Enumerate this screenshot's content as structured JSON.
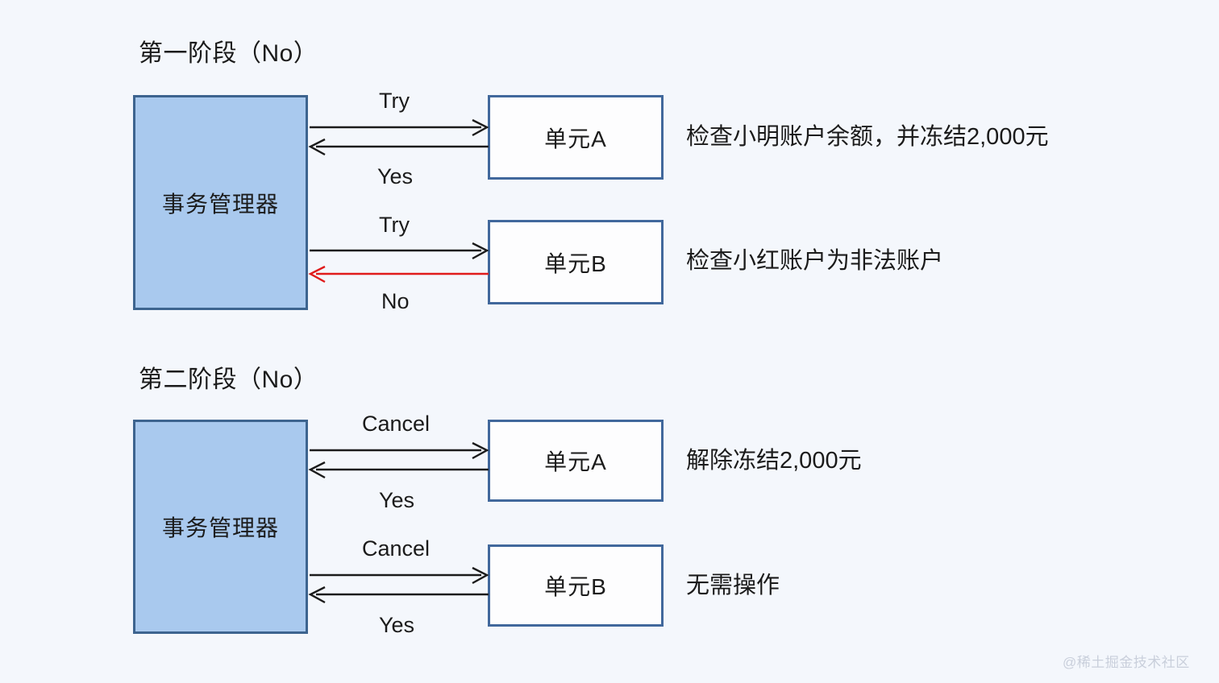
{
  "background_color": "#f4f7fc",
  "colors": {
    "tm_fill": "#a9c9ee",
    "tm_border": "#3d648f",
    "unit_fill": "#fdfdfe",
    "unit_border": "#41689c",
    "arrow_black": "#1b1b1b",
    "arrow_red": "#e01b1b",
    "text": "#1b1b1b",
    "watermark": "#c9cfdb"
  },
  "phases": [
    {
      "title": "第一阶段（No）",
      "manager_label": "事务管理器",
      "rows": [
        {
          "unit_label": "单元A",
          "request_label": "Try",
          "response_label": "Yes",
          "response_color": "#1b1b1b",
          "annotation": "检查小明账户余额，并冻结2,000元"
        },
        {
          "unit_label": "单元B",
          "request_label": "Try",
          "response_label": "No",
          "response_color": "#e01b1b",
          "annotation": "检查小红账户为非法账户"
        }
      ]
    },
    {
      "title": "第二阶段（No）",
      "manager_label": "事务管理器",
      "rows": [
        {
          "unit_label": "单元A",
          "request_label": "Cancel",
          "response_label": "Yes",
          "response_color": "#1b1b1b",
          "annotation": "解除冻结2,000元"
        },
        {
          "unit_label": "单元B",
          "request_label": "Cancel",
          "response_label": "Yes",
          "response_color": "#1b1b1b",
          "annotation": "无需操作"
        }
      ]
    }
  ],
  "watermark": "@稀土掘金技术社区"
}
